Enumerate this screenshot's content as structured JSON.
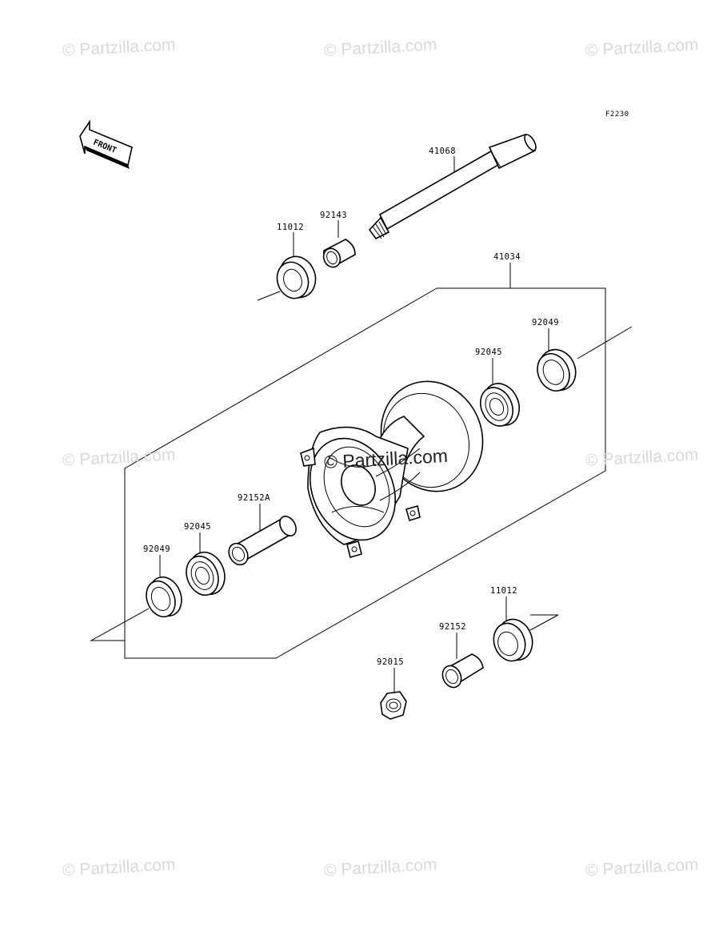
{
  "watermark_text": "© Partzilla.com",
  "diagram_code": "F2230",
  "front_label": "FRONT",
  "parts": {
    "axle": "41068",
    "collar_upper": "92143",
    "oil_seal_upper": "11012",
    "hub_assembly": "41034",
    "oil_seal_right": "92049",
    "bearing_right": "92045",
    "distance_collar": "92152A",
    "bearing_left": "92045",
    "oil_seal_left": "92049",
    "oil_seal_lower": "11012",
    "collar_lower": "92152",
    "axle_nut": "92015"
  }
}
